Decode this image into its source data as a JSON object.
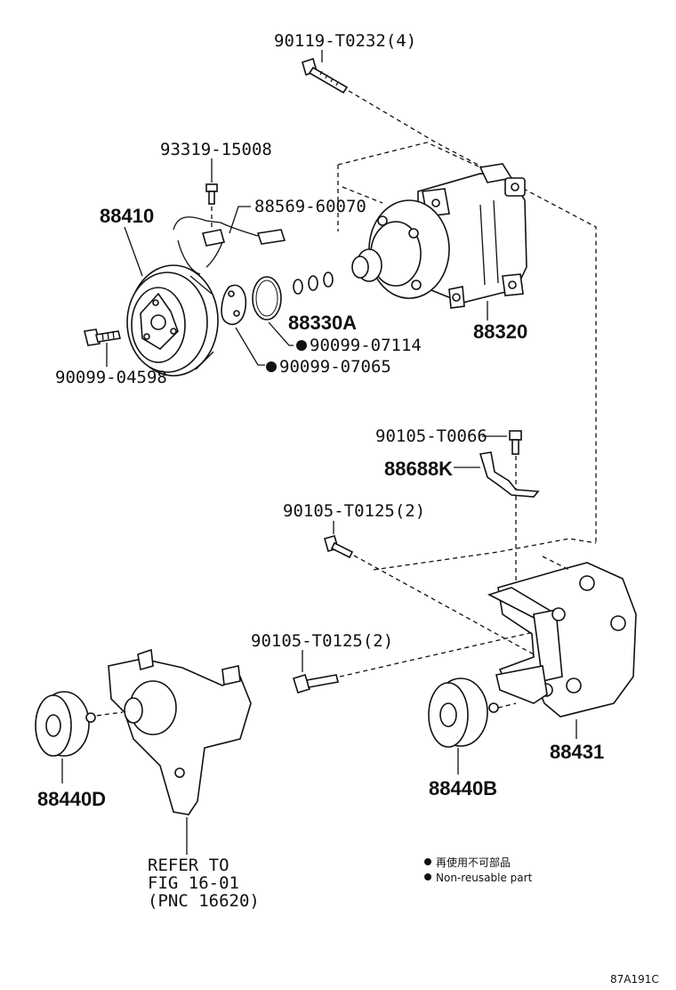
{
  "labels": {
    "bolt_top": "90119-T0232(4)",
    "screw_small": "93319-15008",
    "clamp": "88569-60070",
    "clutch": "88410",
    "shims": "88330A",
    "snap_ring_outer": "90099-07114",
    "snap_ring_inner": "90099-07065",
    "bolt_clutch": "90099-04598",
    "compressor": "88320",
    "bolt_bracket_small": "90105-T0066",
    "bracket_small": "88688K",
    "bolt_upper": "90105-T0125(2)",
    "bolt_lower": "90105-T0125(2)",
    "idler_right": "88440B",
    "idler_left": "88440D",
    "bracket_main": "88431"
  },
  "refer": {
    "line1": "REFER TO",
    "line2": "FIG 16-01",
    "line3": "(PNC 16620)"
  },
  "legend": {
    "jp": "再使用不可部品",
    "en": "Non-reusable part"
  },
  "figure_code": "87A191C"
}
